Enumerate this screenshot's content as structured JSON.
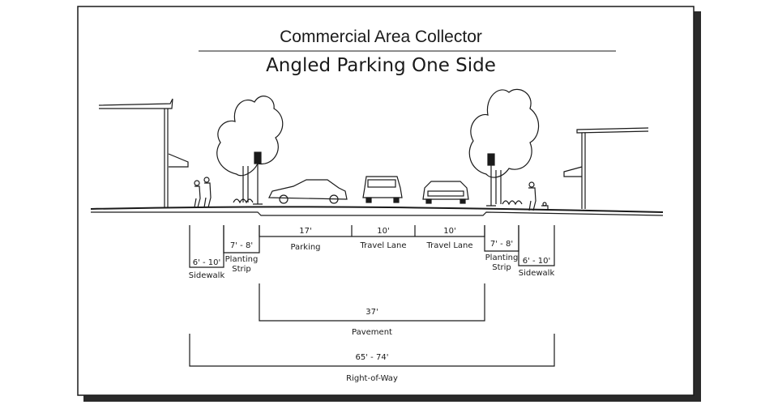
{
  "title": "Commercial Area Collector",
  "subtitle": "Angled Parking One Side",
  "dimensions": {
    "left_sidewalk_width": "6' - 10'",
    "left_sidewalk_label": "Sidewalk",
    "left_planting_width": "7' - 8'",
    "left_planting_label_1": "Planting",
    "left_planting_label_2": "Strip",
    "parking_width": "17'",
    "parking_label": "Parking",
    "travel_lane_1_width": "10'",
    "travel_lane_1_label": "Travel Lane",
    "travel_lane_2_width": "10'",
    "travel_lane_2_label": "Travel Lane",
    "right_planting_width": "7' - 8'",
    "right_planting_label_1": "Planting",
    "right_planting_label_2": "Strip",
    "right_sidewalk_width": "6' - 10'",
    "right_sidewalk_label": "Sidewalk",
    "pavement_width": "37'",
    "pavement_label": "Pavement",
    "row_width": "65' - 74'",
    "row_label": "Right-of-Way"
  }
}
